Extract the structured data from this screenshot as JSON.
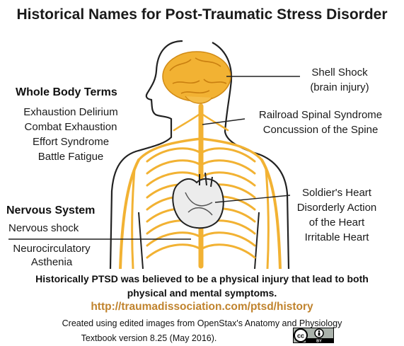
{
  "title": "Historical Names for Post-Traumatic Stress Disorder",
  "whole_body": {
    "heading": "Whole Body Terms",
    "terms": [
      "Exhaustion Delirium",
      "Combat Exhaustion",
      "Effort Syndrome",
      "Battle Fatigue"
    ]
  },
  "nervous_system": {
    "heading": "Nervous System",
    "terms": [
      "Nervous shock",
      "Neurocirculatory",
      "Asthenia"
    ]
  },
  "brain": {
    "lines": [
      "Shell Shock",
      "(brain injury)"
    ]
  },
  "spine": {
    "lines": [
      "Railroad Spinal Syndrome",
      "Concussion of the Spine"
    ]
  },
  "heart": {
    "lines": [
      "Soldier's Heart",
      "Disorderly Action",
      "of the Heart",
      "Irritable Heart"
    ]
  },
  "caption": {
    "line1": "Historically PTSD was believed to be a physical injury that lead to both",
    "line2": "physical and mental symptoms."
  },
  "url": "http://traumadissociation.com/ptsd/history",
  "credit": {
    "line1": "Created using edited images from OpenStax's Anatomy and Physiology",
    "line2": "Textbook version 8.25 (May 2016)."
  },
  "license_badge": {
    "text": "BY",
    "icons": [
      "cc-icon",
      "by-person-icon"
    ]
  },
  "colors": {
    "nerve": "#f2b233",
    "nerve_dark": "#e09a1f",
    "outline": "#222222",
    "heart": "#e8e8e8",
    "url": "#c0832d"
  }
}
